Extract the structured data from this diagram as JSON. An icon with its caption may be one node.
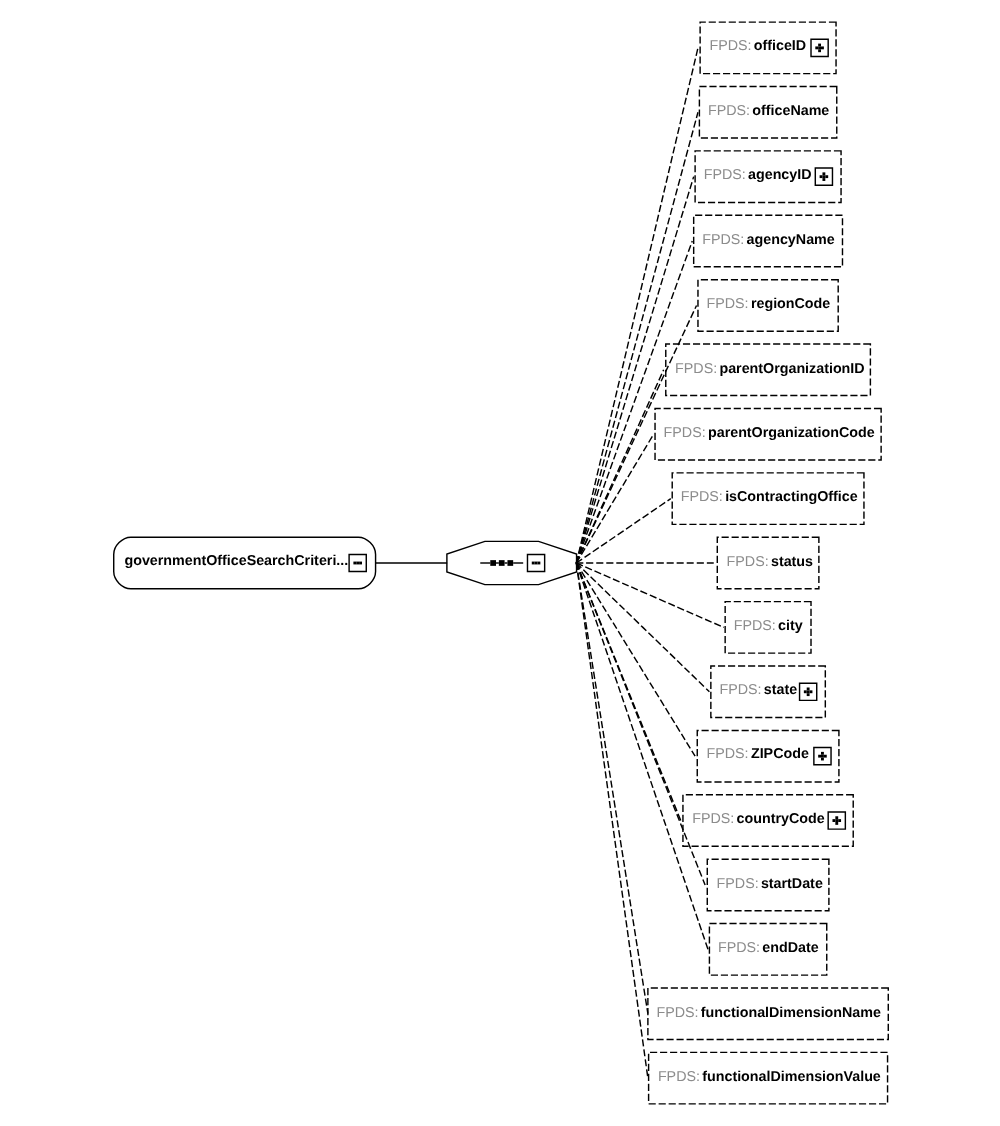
{
  "diagram": {
    "nodes": [
      {
        "text": [
          "governmentOfficeSearchCriteri..."
        ]
      },
      {
        "text": [],
        "shape": "octagon"
      },
      {
        "text": [
          "FPDS:officeID"
        ]
      },
      {
        "text": [
          "FPDS:officeName"
        ]
      },
      {
        "text": [
          "FPDS:agencyID"
        ]
      },
      {
        "text": [
          "FPDS:agencyName"
        ]
      },
      {
        "text": [
          "FPDS:regionCode"
        ]
      },
      {
        "text": [
          "FPDS:parentOrganizationID"
        ]
      },
      {
        "text": [
          "FPDS:parentOrganizationCode"
        ]
      },
      {
        "text": [
          "FPDS:isContractingOffice"
        ]
      },
      {
        "text": [
          "FPDS:status"
        ]
      },
      {
        "text": [
          "FPDS:city"
        ]
      },
      {
        "text": [
          "FPDS:state"
        ]
      },
      {
        "text": [
          "FPDS:ZIPCode"
        ]
      },
      {
        "text": [
          "FPDS:countryCode"
        ]
      },
      {
        "text": [
          "FPDS:startDate"
        ]
      },
      {
        "text": [
          "FPDS:endDate"
        ]
      },
      {
        "text": [
          "FPDS:functionalDimensionName"
        ]
      },
      {
        "text": [
          "FPDS:functionalDimensionValue"
        ]
      }
    ],
    "edges": [
      {
        "from": 0,
        "to": 1,
        "arrow": "none"
      },
      {
        "from": 1,
        "to": 2,
        "arrow": "none",
        "style": "dashed"
      },
      {
        "from": 1,
        "to": 3,
        "arrow": "none",
        "style": "dashed"
      },
      {
        "from": 1,
        "to": 4,
        "arrow": "none",
        "style": "dashed"
      },
      {
        "from": 1,
        "to": 5,
        "arrow": "none",
        "style": "dashed"
      },
      {
        "from": 1,
        "to": 6,
        "arrow": "none",
        "style": "dashed"
      },
      {
        "from": 1,
        "to": 7,
        "arrow": "none",
        "style": "dashed"
      },
      {
        "from": 1,
        "to": 8,
        "arrow": "none",
        "style": "dashed"
      },
      {
        "from": 1,
        "to": 9,
        "arrow": "none",
        "style": "dashed"
      },
      {
        "from": 1,
        "to": 10,
        "arrow": "none",
        "style": "dashed"
      },
      {
        "from": 1,
        "to": 11,
        "arrow": "none",
        "style": "dashed"
      },
      {
        "from": 1,
        "to": 12,
        "arrow": "none",
        "style": "dashed"
      },
      {
        "from": 1,
        "to": 13,
        "arrow": "none",
        "style": "dashed"
      },
      {
        "from": 1,
        "to": 14,
        "arrow": "none",
        "style": "dashed"
      },
      {
        "from": 1,
        "to": 15,
        "arrow": "none",
        "style": "dashed"
      },
      {
        "from": 1,
        "to": 16,
        "arrow": "none",
        "style": "dashed"
      },
      {
        "from": 1,
        "to": 17,
        "arrow": "none",
        "style": "dashed"
      },
      {
        "from": 1,
        "to": 18,
        "arrow": "none",
        "style": "dashed"
      }
    ]
  }
}
